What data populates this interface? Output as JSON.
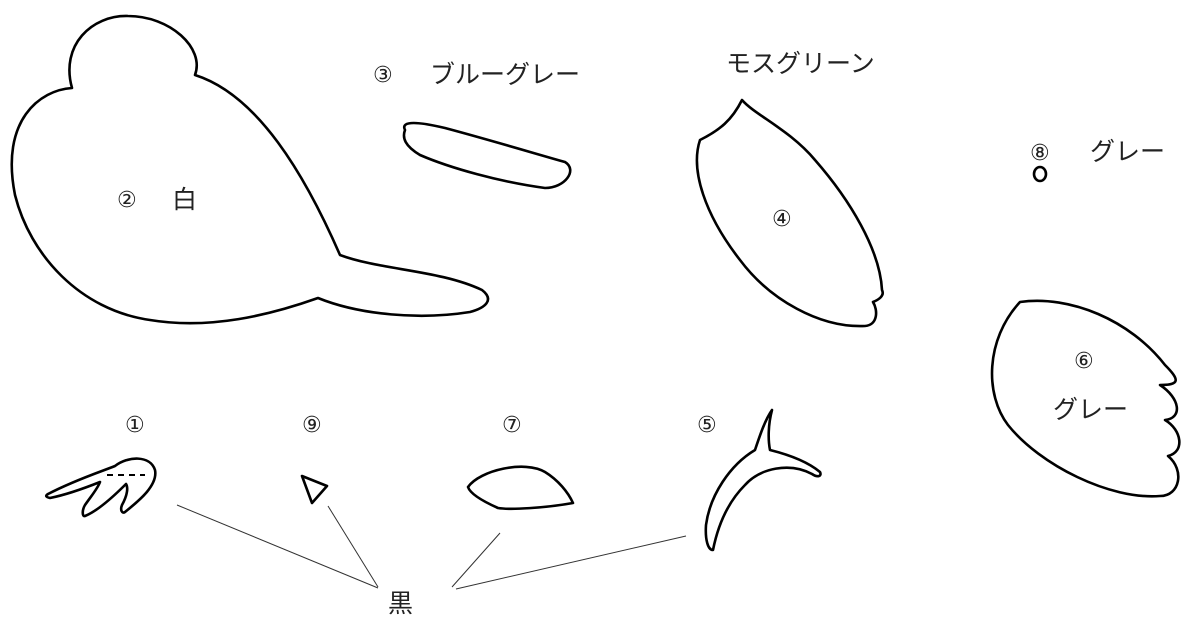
{
  "labels": {
    "num1": "①",
    "num2": "②",
    "num3": "③",
    "num4": "④",
    "num5": "⑤",
    "num6": "⑥",
    "num7": "⑦",
    "num8": "⑧",
    "num9": "⑨",
    "white": "白",
    "blue_gray": "ブルーグレー",
    "moss_green": "モスグリーン",
    "gray_8": "グレー",
    "gray_6": "グレー",
    "black": "黒"
  },
  "colors": {
    "outline": "#000000",
    "background": "#ffffff",
    "text": "#222222"
  }
}
